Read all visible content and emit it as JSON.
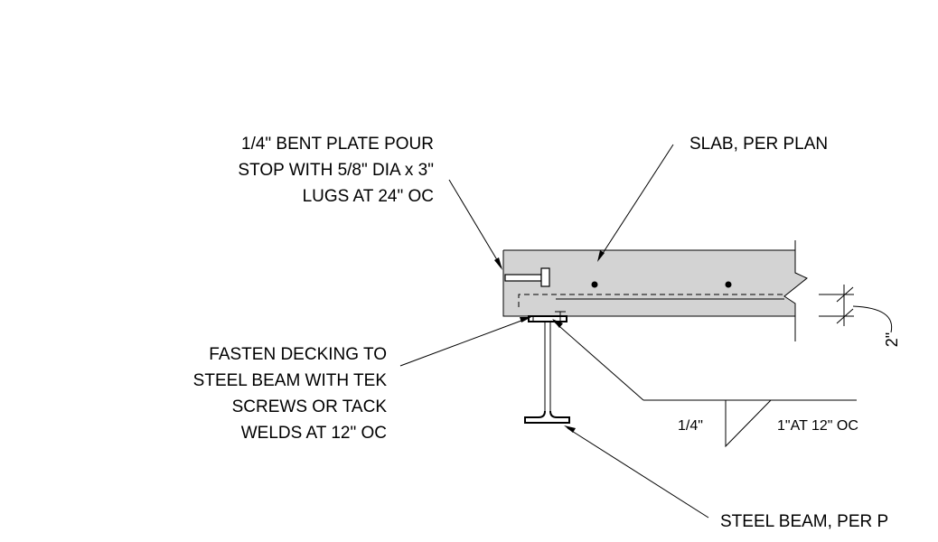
{
  "notes": {
    "pour_stop": [
      "1/4\" BENT PLATE POUR",
      "STOP WITH 5/8\" DIA x 3\"",
      "LUGS AT 24\" OC"
    ],
    "slab": [
      "SLAB, PER PLAN"
    ],
    "fasten": [
      "FASTEN DECKING TO",
      "STEEL BEAM WITH TEK",
      "SCREWS OR TACK",
      "WELDS AT 12\" OC"
    ],
    "beam": [
      "STEEL BEAM, PER P"
    ]
  },
  "weld_symbol": {
    "size": "1/4\"",
    "length_pitch": "1\"AT 12\" OC"
  },
  "dimension": {
    "depth": "2\""
  }
}
